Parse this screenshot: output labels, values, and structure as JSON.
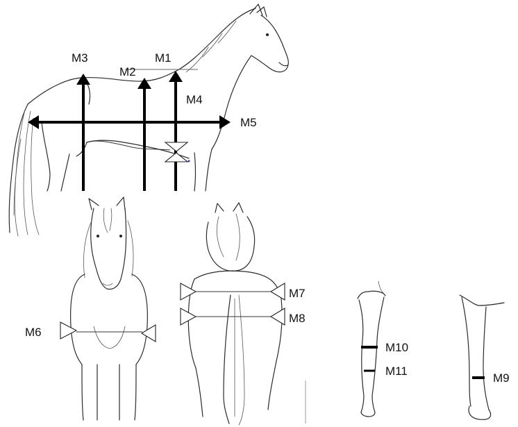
{
  "labels": {
    "m1": "M1",
    "m2": "M2",
    "m3": "M3",
    "m4": "M4",
    "m5": "M5",
    "m6": "M6",
    "m7": "M7",
    "m8": "M8",
    "m9": "M9",
    "m10": "M10",
    "m11": "M11"
  },
  "colors": {
    "line": "#2a2a2a",
    "measurement": "#000000",
    "background": "#ffffff"
  }
}
